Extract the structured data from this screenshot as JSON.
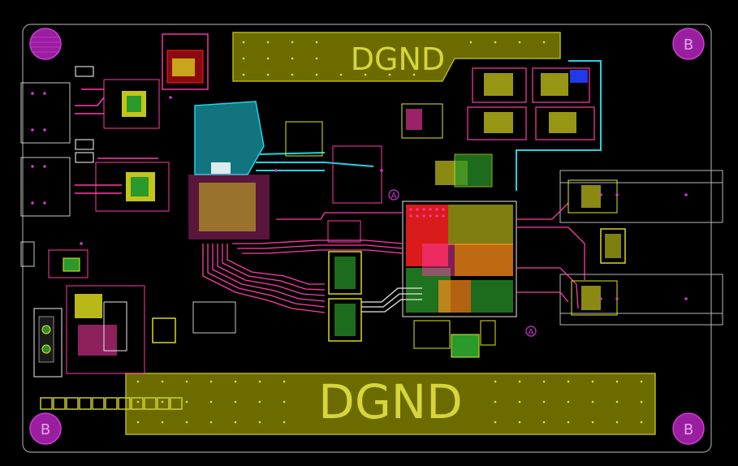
{
  "board": {
    "background": "#000000",
    "outline_color": "#9a9a9a",
    "ground_pours": [
      {
        "id": "top",
        "label": "DGND"
      },
      {
        "id": "bottom",
        "label": "DGND"
      }
    ],
    "mounting_holes": [
      {
        "id": "top-left",
        "label": ""
      },
      {
        "id": "top-right",
        "label": "B"
      },
      {
        "id": "bottom-left",
        "label": "B"
      },
      {
        "id": "bottom-right",
        "label": "B"
      }
    ],
    "fiducials": [
      "A",
      "A"
    ],
    "colors": {
      "pour_fill": "#6b6b00",
      "pour_text": "#d6d63a",
      "hole_fill": "#9a1fa0",
      "trace_pink": "#ff3ca8",
      "trace_cyan": "#1fd4e6",
      "trace_yellow": "#e6e61f",
      "trace_red": "#ff2020",
      "trace_orange": "#ff8c1a",
      "trace_green": "#2a9a2a",
      "trace_white": "#e8e8e8"
    }
  }
}
